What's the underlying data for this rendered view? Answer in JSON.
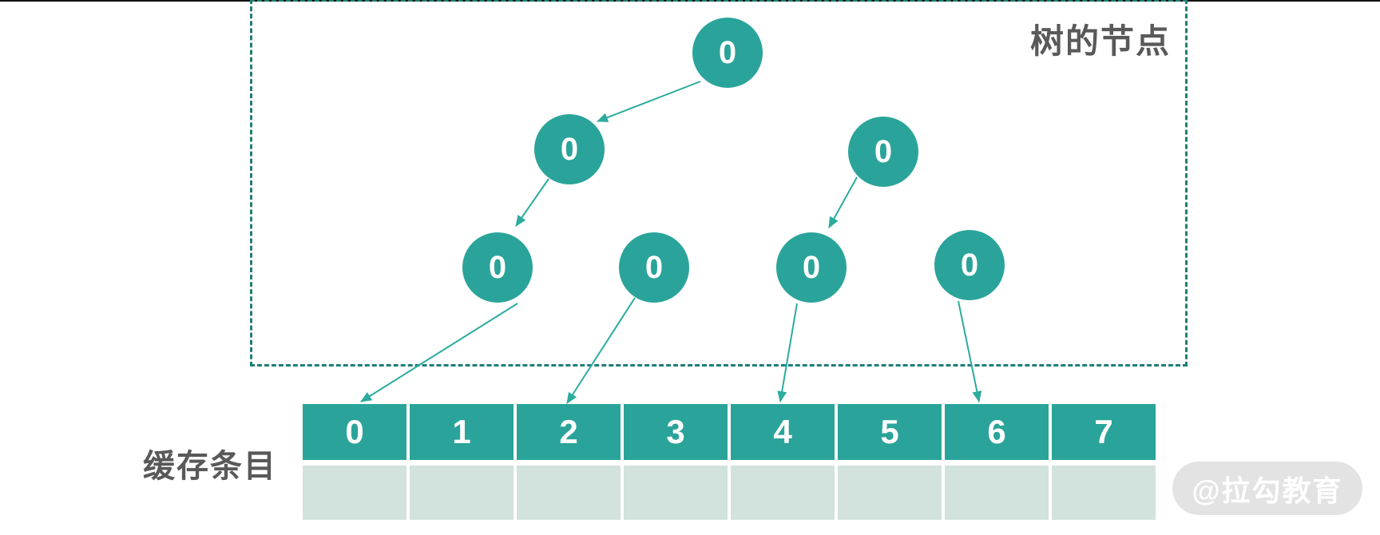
{
  "tree_box": {
    "label": "树的节点"
  },
  "nodes": [
    {
      "id": "root",
      "label": "0"
    },
    {
      "id": "l2-left",
      "label": "0"
    },
    {
      "id": "l2-right",
      "label": "0"
    },
    {
      "id": "l3-1",
      "label": "0"
    },
    {
      "id": "l3-2",
      "label": "0"
    },
    {
      "id": "l3-3",
      "label": "0"
    },
    {
      "id": "l3-4",
      "label": "0"
    }
  ],
  "cache": {
    "label": "缓存条目",
    "cells": [
      "0",
      "1",
      "2",
      "3",
      "4",
      "5",
      "6",
      "7"
    ]
  },
  "watermark": {
    "text": "@拉勾教育"
  },
  "colors": {
    "node_teal": "#2aa49a",
    "arrow_teal": "#2cab9e",
    "dashed_border_teal": "#1e7f74",
    "empty_cell": "#d2e2dd",
    "label_gray": "#595959",
    "watermark_bg": "#e3e3e3",
    "top_line": "#111111"
  }
}
